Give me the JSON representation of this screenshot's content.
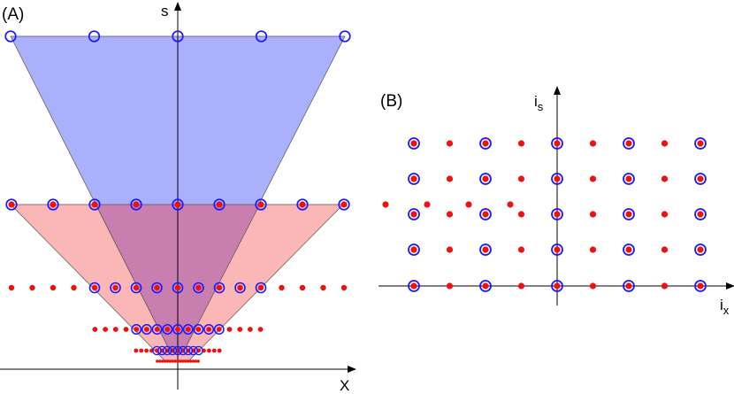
{
  "panels": [
    {
      "label": "(A)",
      "x_axis_label": "X",
      "y_axis_label": "s"
    },
    {
      "label": "(B)",
      "x_axis_label": "i",
      "x_axis_subscript": "x",
      "y_axis_label": "i",
      "y_axis_subscript": "s"
    }
  ],
  "colors": {
    "blue_fill": "#aab0fc",
    "red_fill": "#fbb6b6",
    "overlap_fill": "#c87fb0",
    "blue_marker": "#1a1aff",
    "red_marker": "#ee1111",
    "axis": "#000000",
    "outline": "#444444"
  }
}
